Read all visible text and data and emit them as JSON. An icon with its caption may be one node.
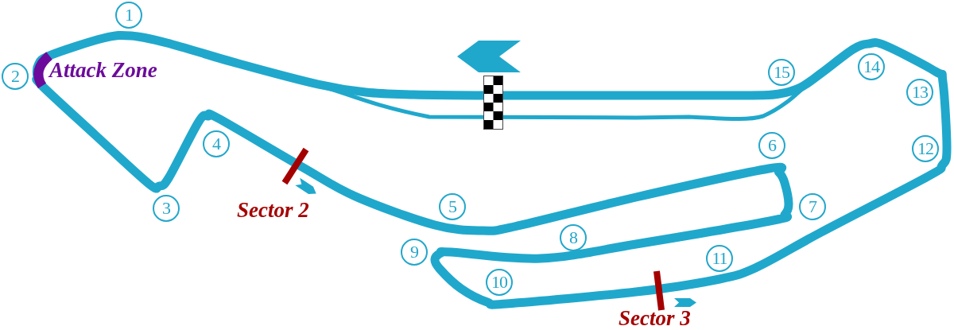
{
  "diagram": {
    "nodes": [
      {
        "text": [
          "1"
        ]
      },
      {
        "text": [
          "2"
        ]
      },
      {
        "text": [
          "3"
        ]
      },
      {
        "text": [
          "4"
        ]
      },
      {
        "text": [
          "5"
        ]
      },
      {
        "text": [
          "6"
        ]
      },
      {
        "text": [
          "7"
        ]
      },
      {
        "text": [
          "8"
        ]
      },
      {
        "text": [
          "9"
        ]
      },
      {
        "text": [
          "10"
        ]
      },
      {
        "text": [
          "11"
        ]
      },
      {
        "text": [
          "12"
        ]
      },
      {
        "text": [
          "13"
        ]
      },
      {
        "text": [
          "14"
        ]
      },
      {
        "text": [
          "15"
        ]
      }
    ],
    "labels": [
      "Attack Zone",
      "Sector 2",
      "Sector 3"
    ]
  }
}
